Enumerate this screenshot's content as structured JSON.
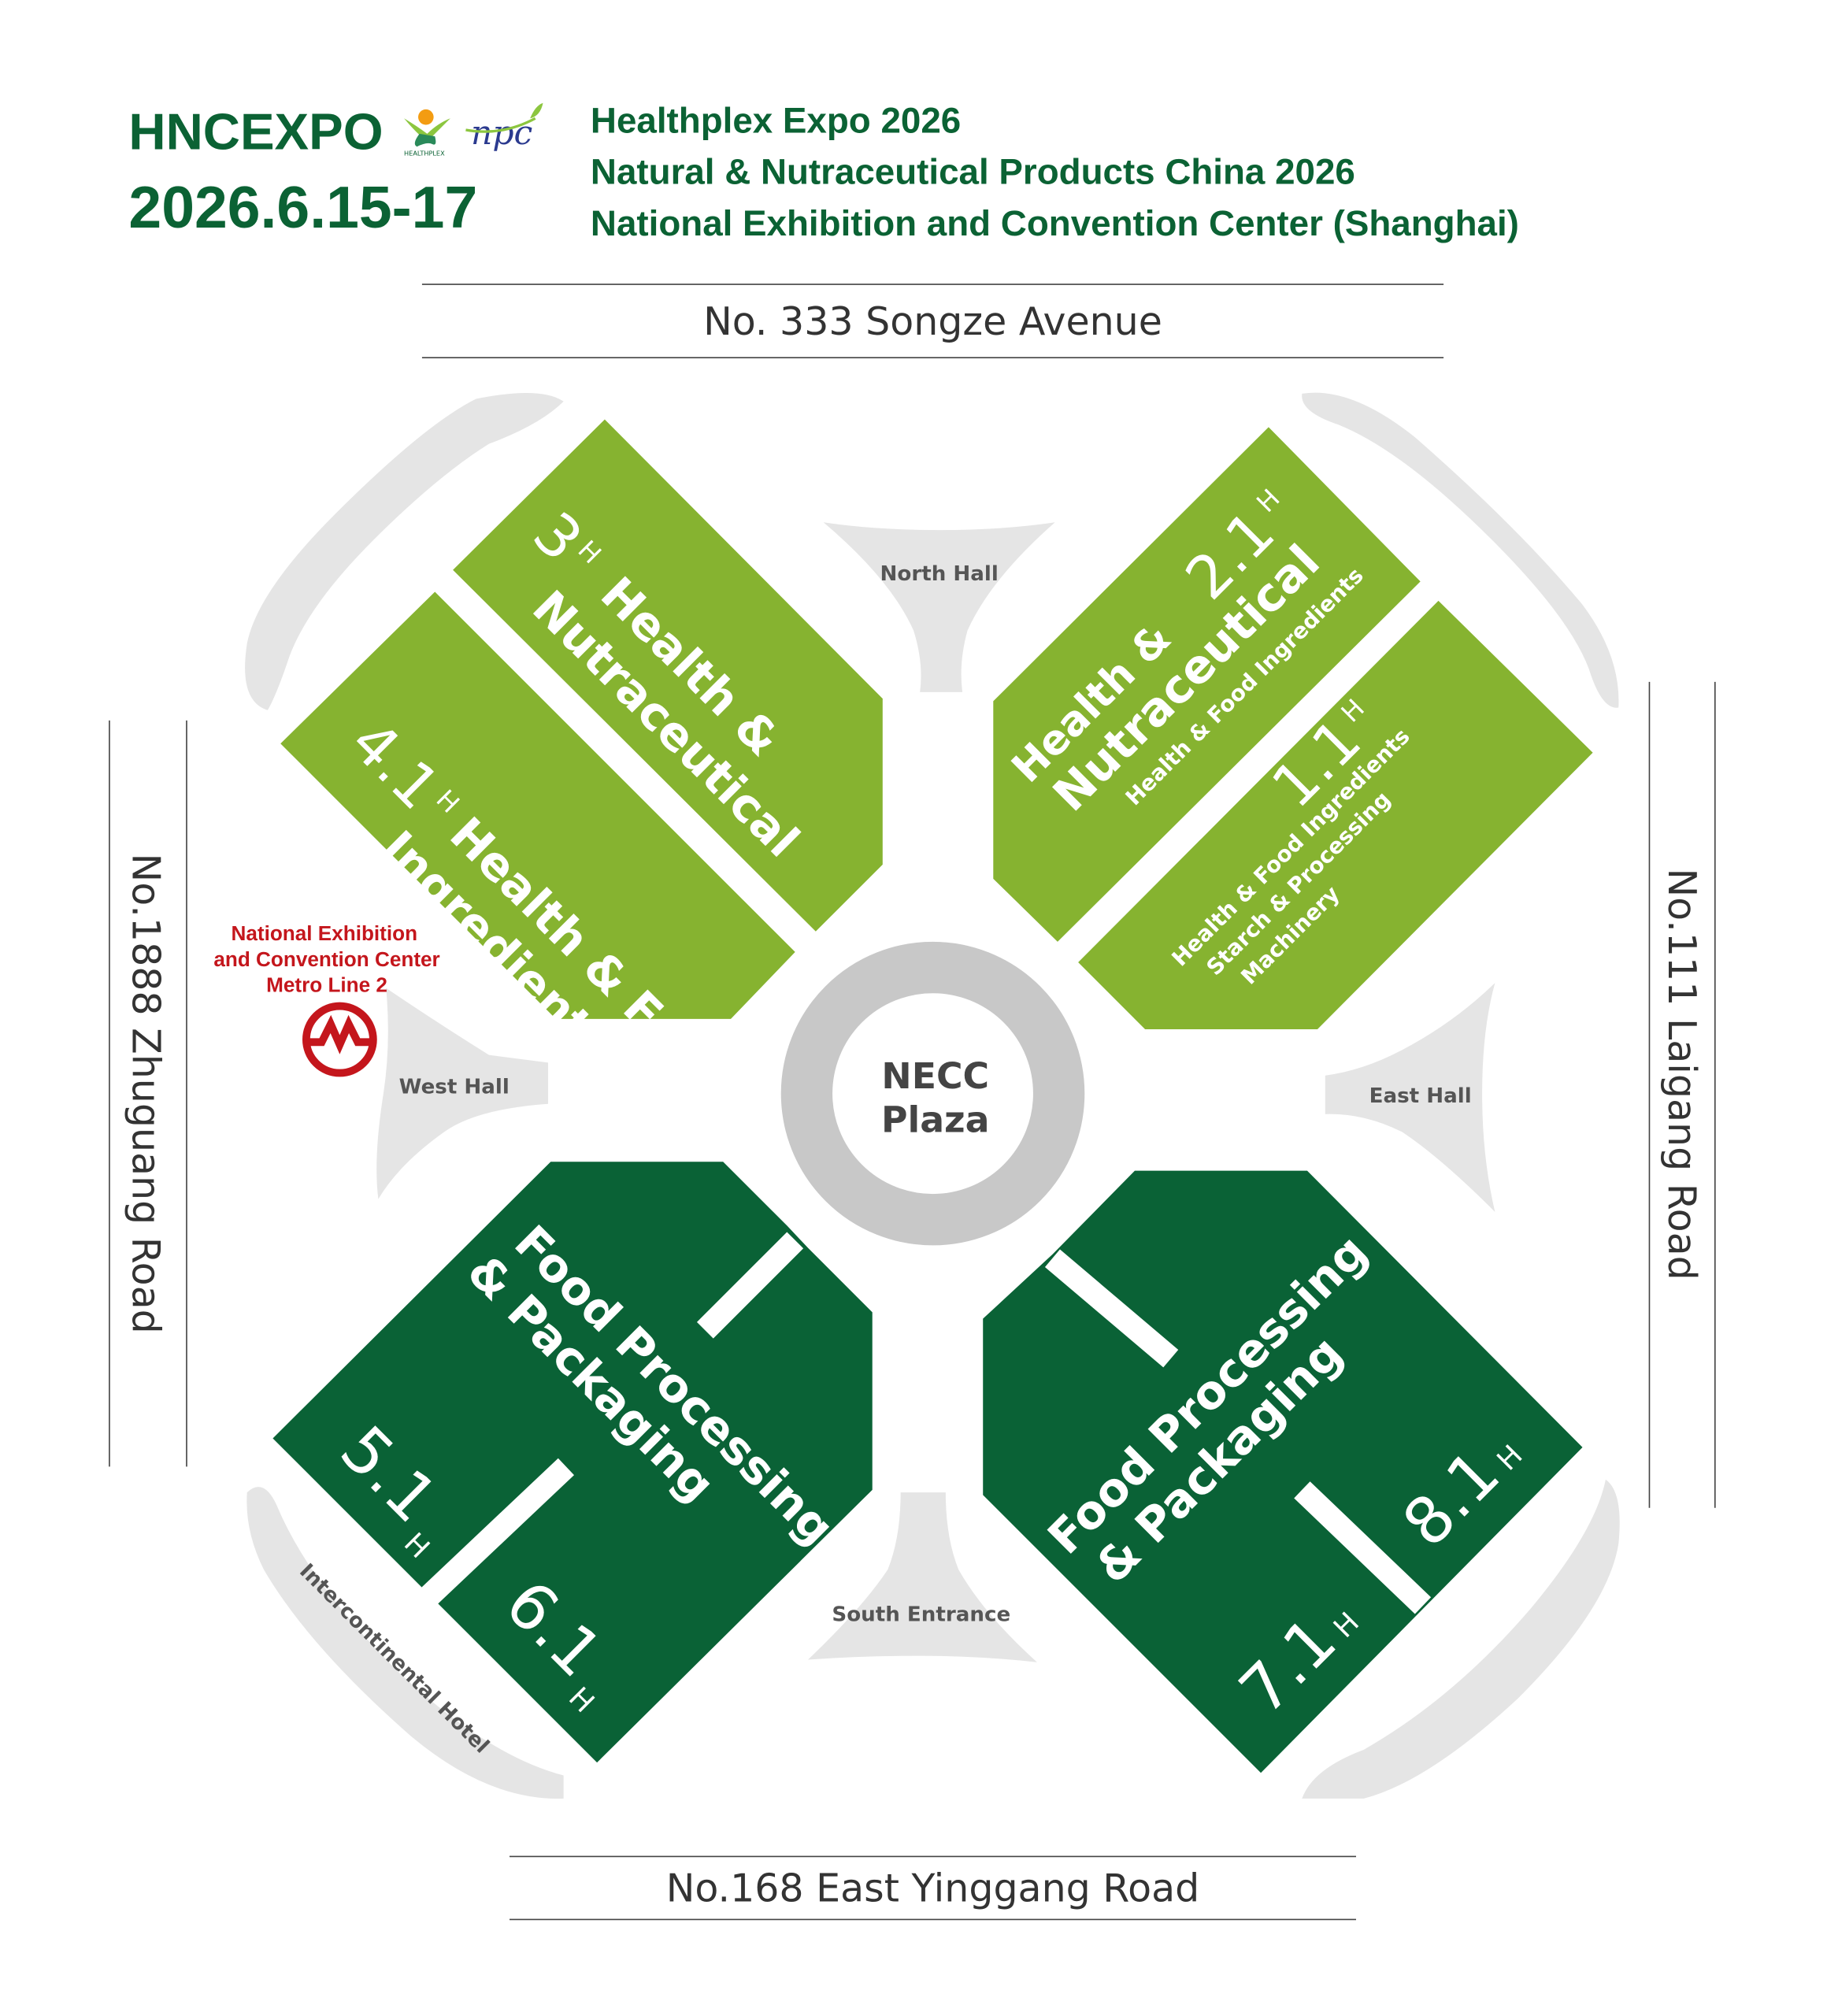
{
  "header": {
    "brand": "HNCEXPO",
    "healthplex_logo_text": "HEALTHPLEX",
    "npc_logo_text": "npc",
    "dates": "2026.6.15-17",
    "lines": [
      "Healthplex Expo 2026",
      "Natural & Nutraceutical Products China 2026",
      "National Exhibition and Convention Center (Shanghai)"
    ]
  },
  "roads": {
    "north": "No. 333 Songze Avenue",
    "south": "No.168 East Yinggang Road",
    "west": "No.1888 Zhuguang Road",
    "east": "No.111  Laigang Road"
  },
  "gates": {
    "north": "North Hall",
    "west": "West Hall",
    "east": "East Hall",
    "south": "South Entrance",
    "hotel": "Intercontinental Hotel"
  },
  "plaza": {
    "line1": "NECC",
    "line2": "Plaza"
  },
  "metro": {
    "line1": "National Exhibition",
    "line2": "and Convention Center",
    "line3": "Metro Line 2"
  },
  "halls": {
    "h3": {
      "num": "3",
      "suffix": "H",
      "line1": "Health &",
      "line2": "Nutraceutical"
    },
    "h41": {
      "num": "4.1",
      "suffix": "H",
      "line1": "Health & Food",
      "line2": "Ingredients"
    },
    "h21": {
      "num": "2.1",
      "suffix": "H",
      "line1": "Health &",
      "line2": "Nutraceutical",
      "line3": "Health & Food Ingredients"
    },
    "h11": {
      "num": "1.1",
      "suffix": "H",
      "line1": "Health & Food Ingredients",
      "line2": "Starch & Processing",
      "line3": "Machinery"
    },
    "h51": {
      "num": "5.1",
      "suffix": "H"
    },
    "h61": {
      "num": "6.1",
      "suffix": "H"
    },
    "west_dark": {
      "line1": "Food Processing",
      "line2": "& Packaging"
    },
    "h71": {
      "num": "7.1",
      "suffix": "H"
    },
    "h81": {
      "num": "8.1",
      "suffix": "H"
    },
    "east_dark": {
      "line1": "Food Processing",
      "line2": "& Packaging"
    }
  },
  "colors": {
    "light_green": "#86b330",
    "dark_green": "#0a6236",
    "grey": "#e5e5e5",
    "plaza_ring": "#c8c8c8",
    "metro_red": "#c4161c"
  }
}
